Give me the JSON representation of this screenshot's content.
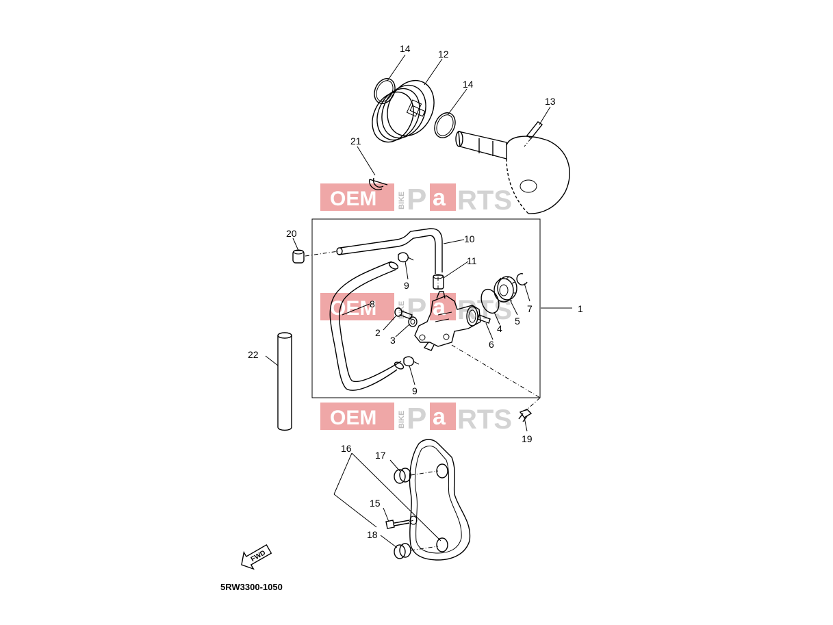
{
  "diagram_code": "5RW3300-1050",
  "direction_label": "FWD",
  "watermark": {
    "oem": "OEM",
    "bike": "BIKE",
    "p": "P",
    "a": "a",
    "rts": "RTS"
  },
  "callouts": {
    "c1": "1",
    "c2": "2",
    "c3": "3",
    "c4": "4",
    "c5": "5",
    "c6": "6",
    "c7": "7",
    "c8": "8",
    "c9a": "9",
    "c9b": "9",
    "c10": "10",
    "c11": "11",
    "c12": "12",
    "c13": "13",
    "c14a": "14",
    "c14b": "14",
    "c15": "15",
    "c16": "16",
    "c17": "17",
    "c18": "18",
    "c19": "19",
    "c20": "20",
    "c21": "21",
    "c22": "22"
  },
  "colors": {
    "line": "#000000",
    "watermark_red": "#e98a8a",
    "watermark_grey": "#c9c9c9"
  }
}
